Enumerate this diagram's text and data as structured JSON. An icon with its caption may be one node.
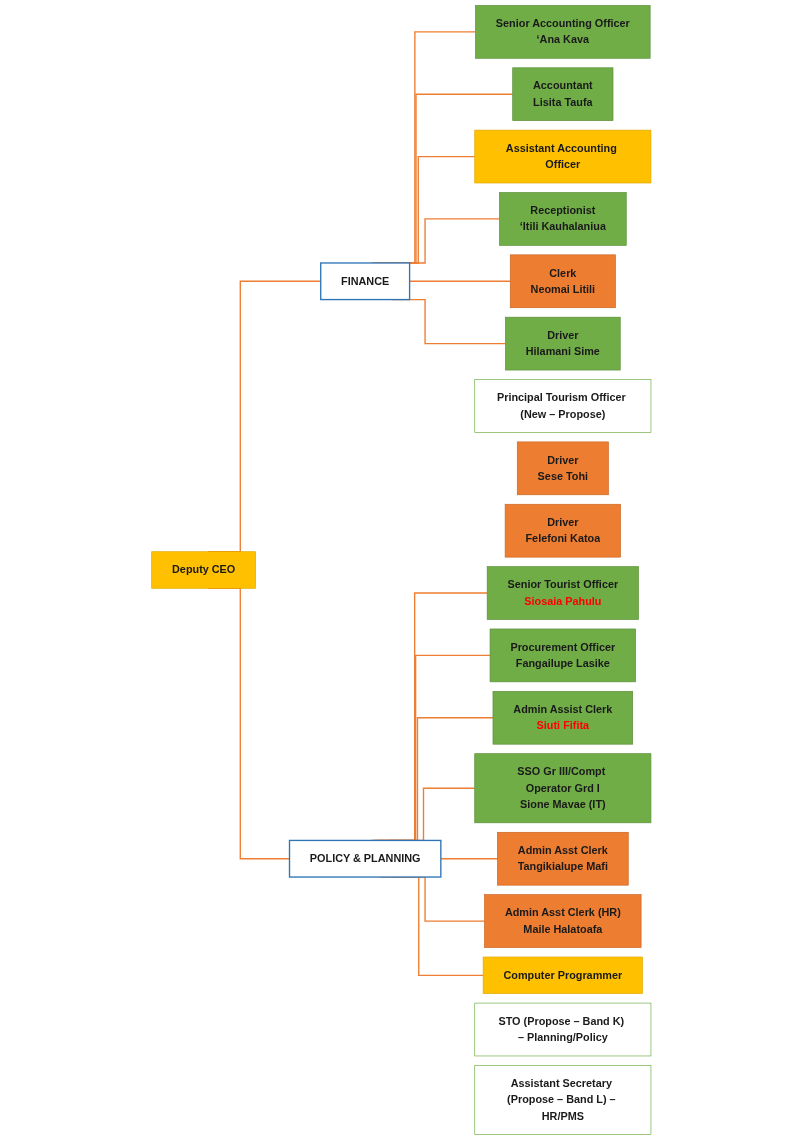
{
  "diagram": {
    "nodes": [
      {
        "text": [
          "Deputy CEO"
        ]
      },
      {
        "text": [
          "Principal Tourism Officer (New – Propose)"
        ]
      },
      {
        "text": [
          "FINANCE"
        ]
      },
      {
        "text": [
          "POLICY & PLANNING"
        ]
      },
      {
        "text": [
          "Senior Accounting Officer",
          "‘Ana Kava"
        ]
      },
      {
        "text": [
          "Accountant",
          "Lisita Taufa"
        ]
      },
      {
        "text": [
          "Assistant Accounting Officer"
        ]
      },
      {
        "text": [
          "Receptionist",
          "‘Itili Kauhalaniua"
        ]
      },
      {
        "text": [
          "Clerk",
          "Neomai Litili"
        ]
      },
      {
        "text": [
          "Driver",
          "Hilamani Sime"
        ]
      },
      {
        "text": [
          "Driver",
          "Sese Tohi"
        ]
      },
      {
        "text": [
          "Driver",
          "Felefoni Katoa"
        ]
      },
      {
        "text": [
          "Senior Tourist Officer",
          "Siosaia Pahulu"
        ]
      },
      {
        "text": [
          "Procurement Officer",
          "Fangailupe Lasike"
        ]
      },
      {
        "text": [
          "Admin Assist Clerk",
          "Siuti Fifita"
        ]
      },
      {
        "text": [
          "SSO Gr III/Compt Operator Grd I",
          "Sione Mavae (IT)"
        ]
      },
      {
        "text": [
          "Admin Asst Clerk",
          "Tangikialupe Mafi"
        ]
      },
      {
        "text": [
          "Admin Asst Clerk (HR)",
          "Maile Halatoafa"
        ]
      },
      {
        "text": [
          "Computer Programmer"
        ]
      },
      {
        "text": [
          "STO (Propose – Band K) – Planning/Policy"
        ]
      },
      {
        "text": [
          "Assistant Secretary (Propose – Band L) – HR/PMS"
        ]
      }
    ],
    "edges": [
      {
        "from": 0,
        "to": 2,
        "arrow": "none"
      },
      {
        "from": 0,
        "to": 3,
        "arrow": "none"
      },
      {
        "from": 2,
        "to": 4,
        "arrow": "none"
      },
      {
        "from": 2,
        "to": 5,
        "arrow": "none"
      },
      {
        "from": 2,
        "to": 6,
        "arrow": "none"
      },
      {
        "from": 2,
        "to": 7,
        "arrow": "none"
      },
      {
        "from": 2,
        "to": 8,
        "arrow": "none"
      },
      {
        "from": 2,
        "to": 9,
        "arrow": "none"
      },
      {
        "from": 3,
        "to": 12,
        "arrow": "none"
      },
      {
        "from": 3,
        "to": 13,
        "arrow": "none"
      },
      {
        "from": 3,
        "to": 14,
        "arrow": "none"
      },
      {
        "from": 3,
        "to": 15,
        "arrow": "none"
      },
      {
        "from": 3,
        "to": 16,
        "arrow": "none"
      },
      {
        "from": 3,
        "to": 17,
        "arrow": "none"
      },
      {
        "from": 3,
        "to": 18,
        "arrow": "none"
      }
    ]
  }
}
